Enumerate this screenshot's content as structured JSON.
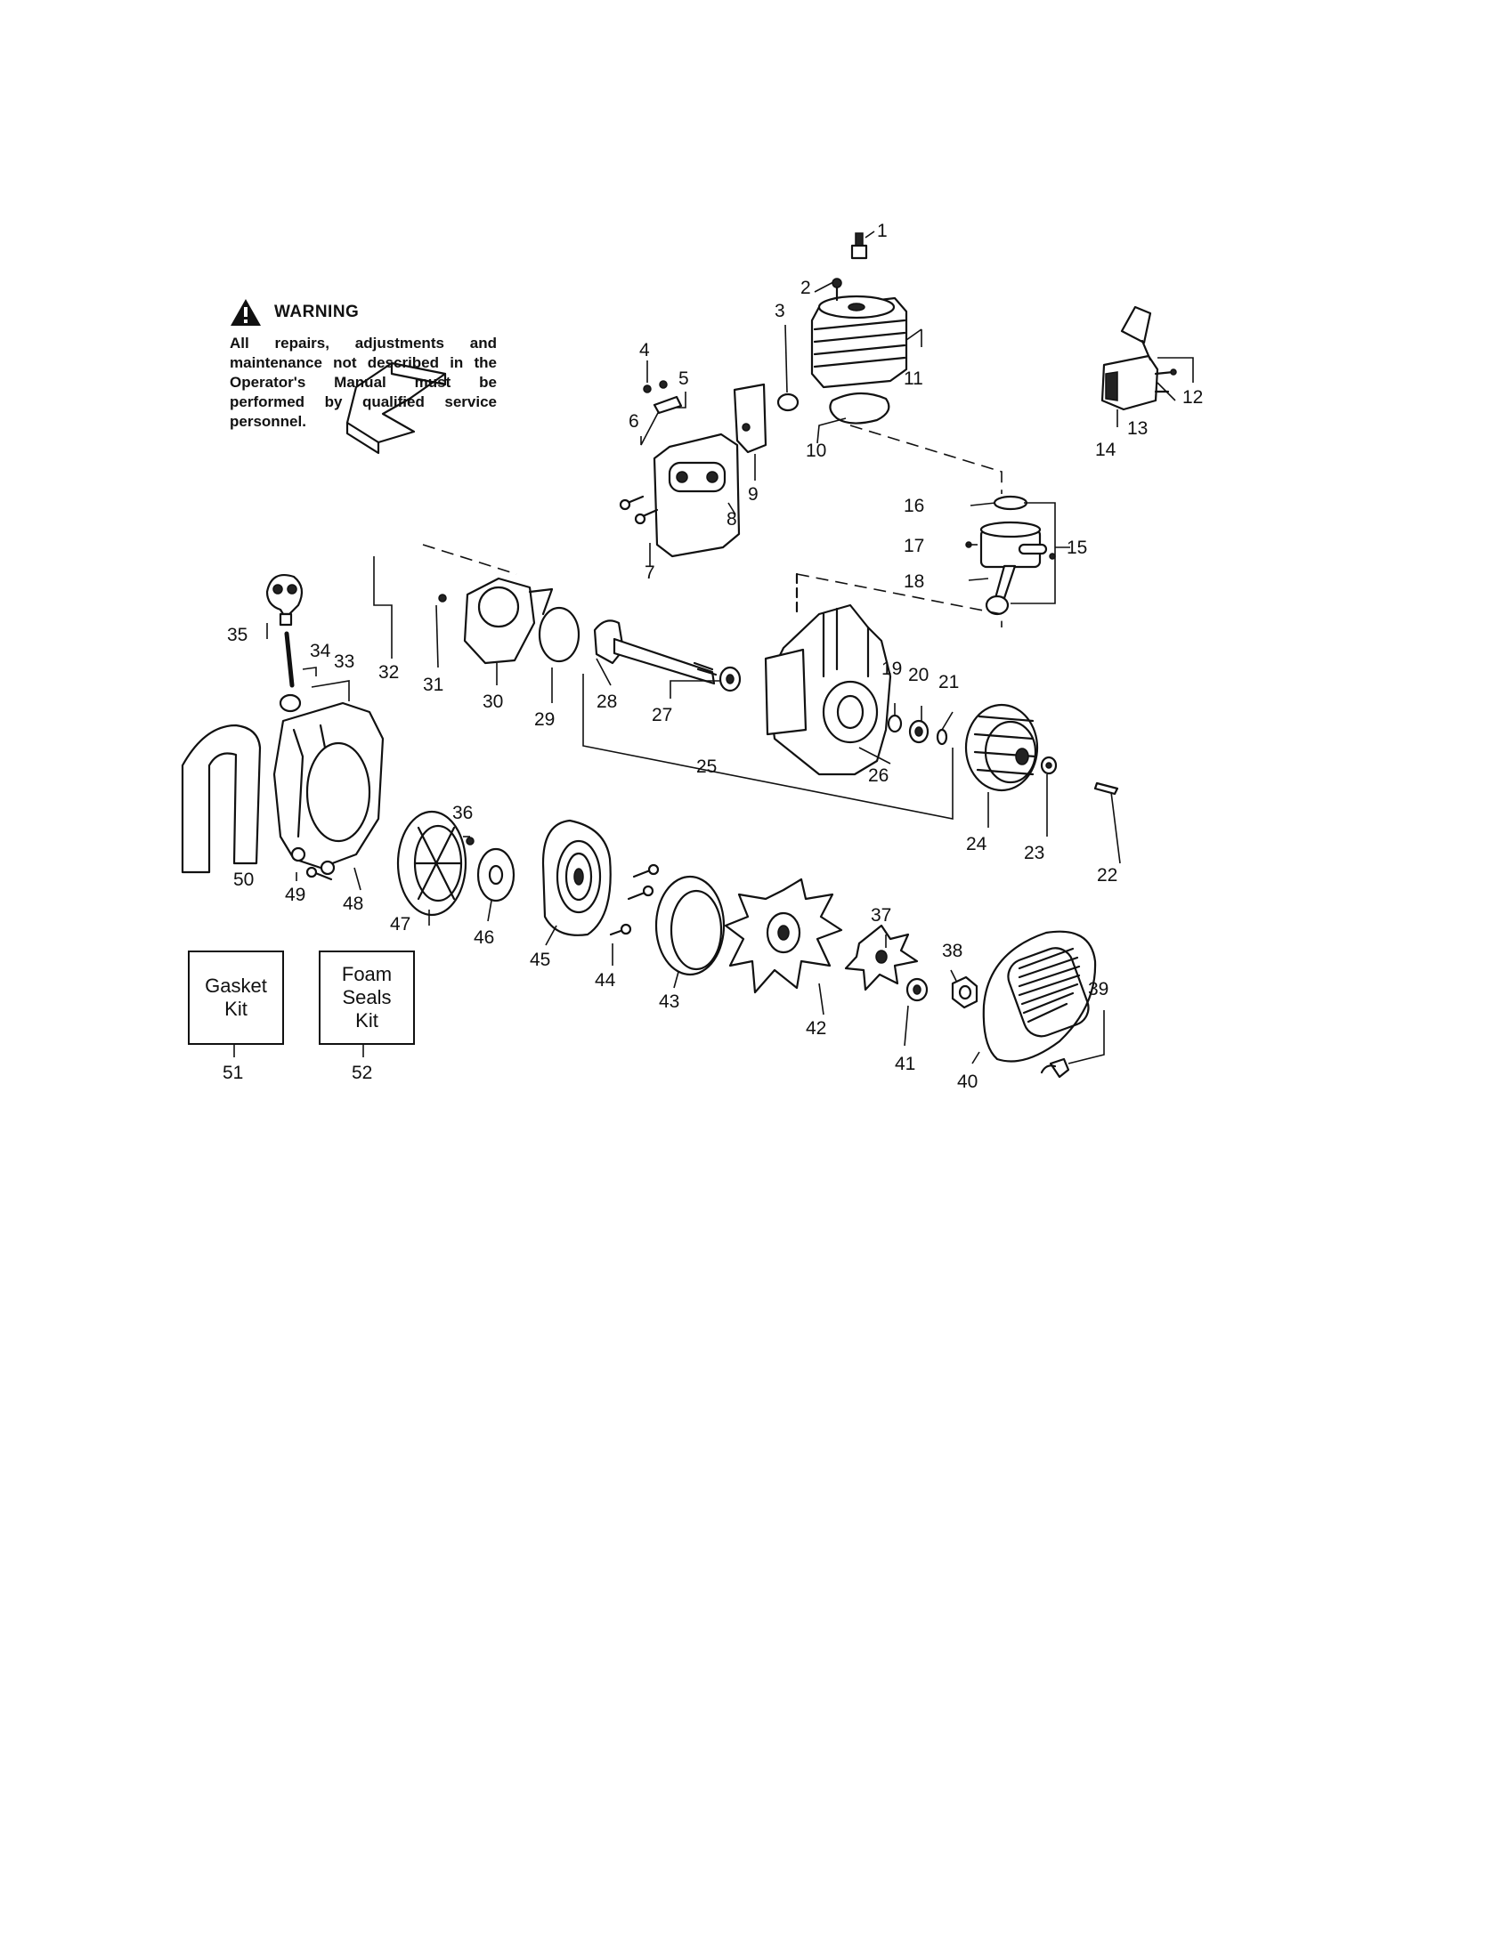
{
  "warning": {
    "title": "WARNING",
    "text": "All repairs, adjustments and maintenance not described in the Operator's Manual must be performed by qualified service personnel."
  },
  "kits": [
    {
      "text": "Gasket\nKit",
      "number": "51"
    },
    {
      "text": "Foam\nSeals\nKit",
      "number": "52"
    }
  ],
  "callouts": [
    "1",
    "2",
    "3",
    "4",
    "5",
    "6",
    "7",
    "8",
    "9",
    "10",
    "11",
    "12",
    "13",
    "14",
    "15",
    "16",
    "17",
    "18",
    "19",
    "20",
    "21",
    "22",
    "23",
    "24",
    "25",
    "26",
    "27",
    "28",
    "29",
    "30",
    "31",
    "32",
    "33",
    "34",
    "35",
    "36",
    "37",
    "38",
    "39",
    "40",
    "41",
    "42",
    "43",
    "44",
    "45",
    "46",
    "47",
    "48",
    "49",
    "50",
    "51",
    "52"
  ]
}
